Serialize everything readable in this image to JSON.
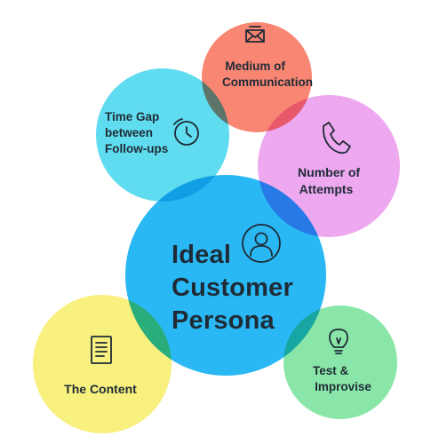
{
  "diagram": {
    "center": {
      "lines": [
        "Ideal",
        "Customer",
        "Persona"
      ],
      "icon": "user-icon",
      "color": "#2ab8f5"
    },
    "bubbles": [
      {
        "key": "medium",
        "lines": [
          "Medium of",
          "Communication"
        ],
        "icon": "envelope-icon",
        "color": "#f98672"
      },
      {
        "key": "timegap",
        "lines": [
          "Time Gap",
          "between",
          "Follow-ups"
        ],
        "icon": "clock-icon",
        "color": "#5fdcef"
      },
      {
        "key": "attempts",
        "lines": [
          "Number of",
          "Attempts"
        ],
        "icon": "phone-icon",
        "color": "#eda8f0"
      },
      {
        "key": "content",
        "lines": [
          "The Content"
        ],
        "icon": "document-icon",
        "color": "#f8f07f"
      },
      {
        "key": "test",
        "lines": [
          "Test &",
          "Improvise"
        ],
        "icon": "lightbulb-icon",
        "color": "#8ae6a8"
      }
    ]
  }
}
